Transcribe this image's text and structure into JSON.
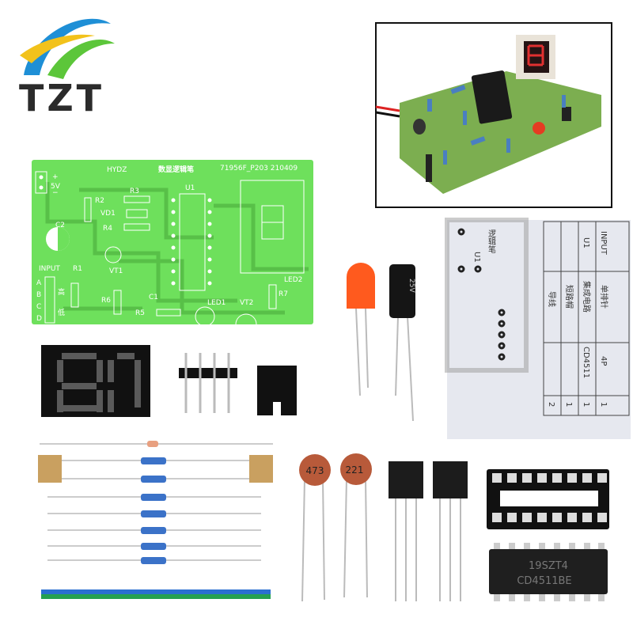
{
  "logo": {
    "text": "TZT",
    "colors": {
      "text": "#2b2b2b",
      "swoosh_blue": "#1e8fd6",
      "swoosh_green": "#5cc63a"
    }
  },
  "pcb": {
    "color": "#6ee05c",
    "title": "HYDZ",
    "title_cn": "数显逻辑笔",
    "code": "71956F_P203 210409",
    "labels": {
      "plus": "+",
      "v5": "5V",
      "minus": "−",
      "r1": "R1",
      "r2": "R2",
      "r3": "R3",
      "r4": "R4",
      "r5": "R5",
      "r6": "R6",
      "r7": "R7",
      "vd1": "VD1",
      "c1": "C1",
      "c2": "C2",
      "u1": "U1",
      "vt1": "VT1",
      "vt2": "VT2",
      "led1": "LED1",
      "led2": "LED2",
      "input": "INPUT",
      "a": "A",
      "b": "B",
      "c": "C",
      "d": "D",
      "high": "高",
      "low": "低"
    }
  },
  "manual": {
    "title_cn": "逻辑笔",
    "u1_small": "U1",
    "table": [
      {
        "designator": "INPUT",
        "name": "单排针",
        "model": "4P",
        "qty": "1"
      },
      {
        "designator": "U1",
        "name": "集成电路",
        "model": "CD4511",
        "qty": "1"
      },
      {
        "designator": "",
        "name": "短路帽",
        "model": "",
        "qty": "1"
      },
      {
        "designator": "",
        "name": "导线",
        "model": "",
        "qty": "2"
      }
    ]
  },
  "components": {
    "electrolytic_cap_label": "25V",
    "ceramic_cap_1": "473",
    "ceramic_cap_2": "221",
    "ic_line1": "19SZT4",
    "ic_line2": "CD4511BE",
    "led_color": "#ff5a1e"
  }
}
